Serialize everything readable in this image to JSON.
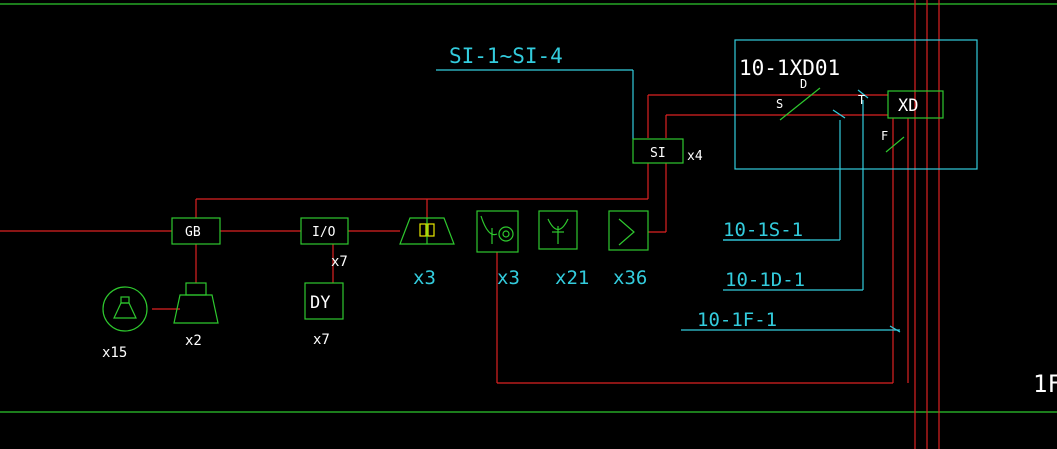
{
  "diagram": {
    "bus_label": "SI-1~SI-4",
    "panel_name": "10-1XD01",
    "panel_main": "XD",
    "line_s": "S",
    "line_d": "D",
    "line_t": "T",
    "line_f": "F",
    "si_box": "SI",
    "si_count": "x4",
    "gb_box": "GB",
    "io_box": "I/O",
    "io_count": "x7",
    "dy_box": "DY",
    "dy_count": "x7",
    "speaker_count": "x15",
    "horn_count": "x2",
    "strobe_count": "x3",
    "detector_count": "x3",
    "smoke_count": "x21",
    "heat_count": "x36",
    "out_1s": "10-1S-1",
    "out_1d": "10-1D-1",
    "out_1f": "10-1F-1",
    "floor": "1F"
  }
}
